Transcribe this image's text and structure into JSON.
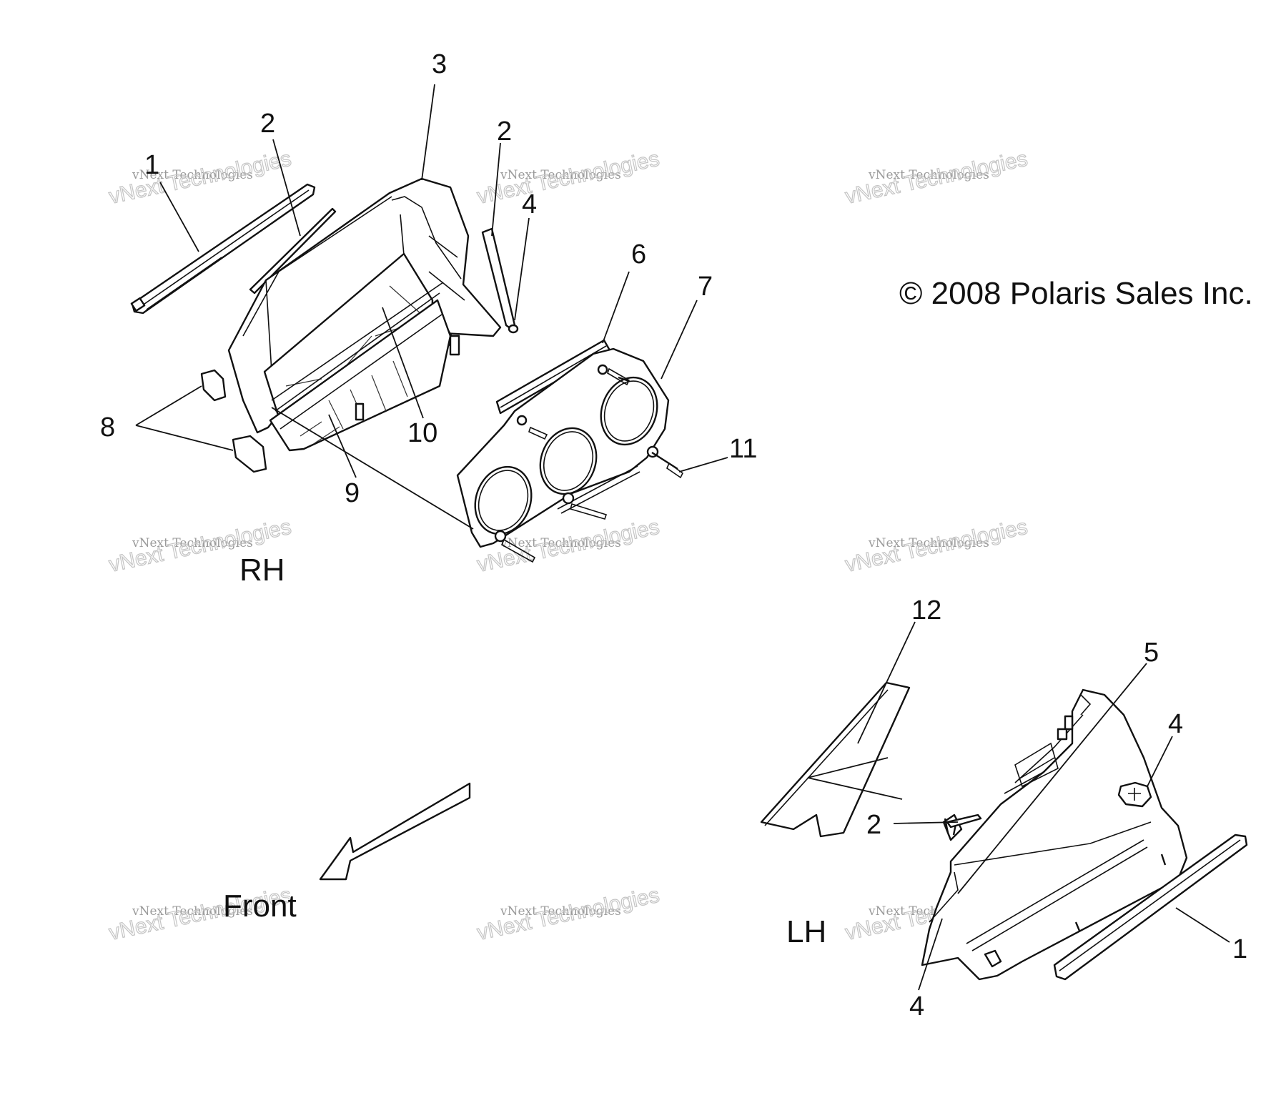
{
  "copyright": "© 2008 Polaris Sales Inc.",
  "labels": {
    "rh": "RH",
    "lh": "LH",
    "front": "Front"
  },
  "watermark": {
    "line1": "vNext Technologies",
    "line2": "vNext Technologies"
  },
  "callouts_rh": [
    "1",
    "2",
    "3",
    "2",
    "4",
    "6",
    "7",
    "8",
    "10",
    "9",
    "11"
  ],
  "callouts_lh": [
    "12",
    "5",
    "4",
    "2",
    "4",
    "1"
  ]
}
